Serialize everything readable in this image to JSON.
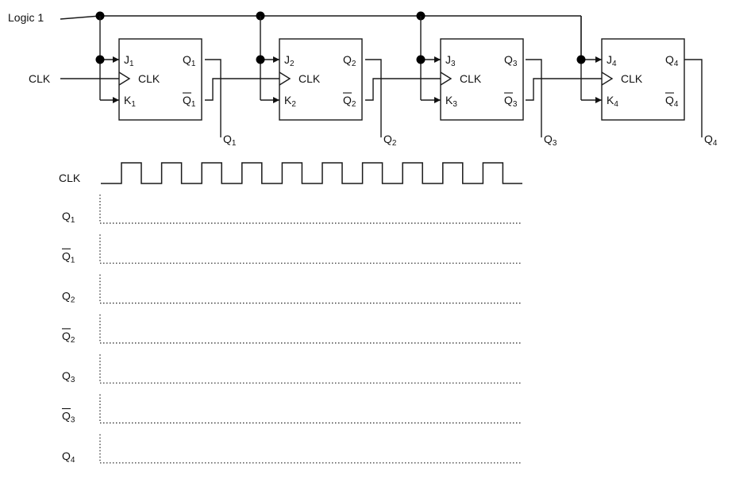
{
  "inputs": {
    "logic_label": "Logic 1",
    "clk_label": "CLK"
  },
  "flipflops": [
    {
      "j": "J",
      "k": "K",
      "q": "Q",
      "qbar": "Q",
      "clk": "CLK",
      "index": "1"
    },
    {
      "j": "J",
      "k": "K",
      "q": "Q",
      "qbar": "Q",
      "clk": "CLK",
      "index": "2"
    },
    {
      "j": "J",
      "k": "K",
      "q": "Q",
      "qbar": "Q",
      "clk": "CLK",
      "index": "3"
    },
    {
      "j": "J",
      "k": "K",
      "q": "Q",
      "qbar": "Q",
      "clk": "CLK",
      "index": "4"
    }
  ],
  "outputs": [
    {
      "label": "Q",
      "index": "1"
    },
    {
      "label": "Q",
      "index": "2"
    },
    {
      "label": "Q",
      "index": "3"
    },
    {
      "label": "Q",
      "index": "4"
    }
  ],
  "timing": {
    "clk_label": "CLK",
    "clk_pulses": 10,
    "rows": [
      {
        "label": "Q",
        "index": "1",
        "bar": false
      },
      {
        "label": "Q",
        "index": "1",
        "bar": true
      },
      {
        "label": "Q",
        "index": "2",
        "bar": false
      },
      {
        "label": "Q",
        "index": "2",
        "bar": true
      },
      {
        "label": "Q",
        "index": "3",
        "bar": false
      },
      {
        "label": "Q",
        "index": "3",
        "bar": true
      },
      {
        "label": "Q",
        "index": "4",
        "bar": false
      }
    ]
  }
}
